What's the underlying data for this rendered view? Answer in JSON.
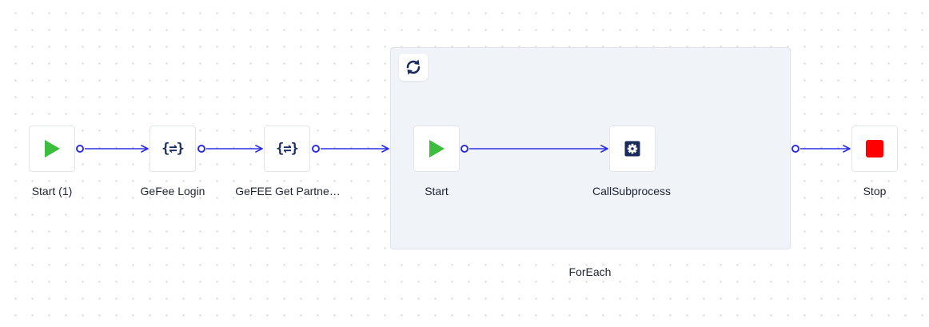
{
  "diagram": {
    "nodes": {
      "start1": {
        "label": "Start (1)",
        "icon": "play-icon"
      },
      "gefee_login": {
        "label": "GeFee Login",
        "icon": "braces-transform-icon"
      },
      "gefee_get_partner": {
        "label": "GeFEE Get Partne…",
        "icon": "braces-transform-icon"
      },
      "inner_start": {
        "label": "Start",
        "icon": "play-icon"
      },
      "call_subprocess": {
        "label": "CallSubprocess",
        "icon": "gear-box-icon"
      },
      "stop": {
        "label": "Stop",
        "icon": "stop-square-icon"
      }
    },
    "group": {
      "label": "ForEach",
      "icon": "loop-arrows-icon"
    },
    "colors": {
      "edge": "#2e2ee6",
      "play": "#3dbd3d",
      "stop": "#ff0000",
      "icon_dark": "#1a2a5a",
      "group_bg": "#f0f3f8"
    }
  }
}
